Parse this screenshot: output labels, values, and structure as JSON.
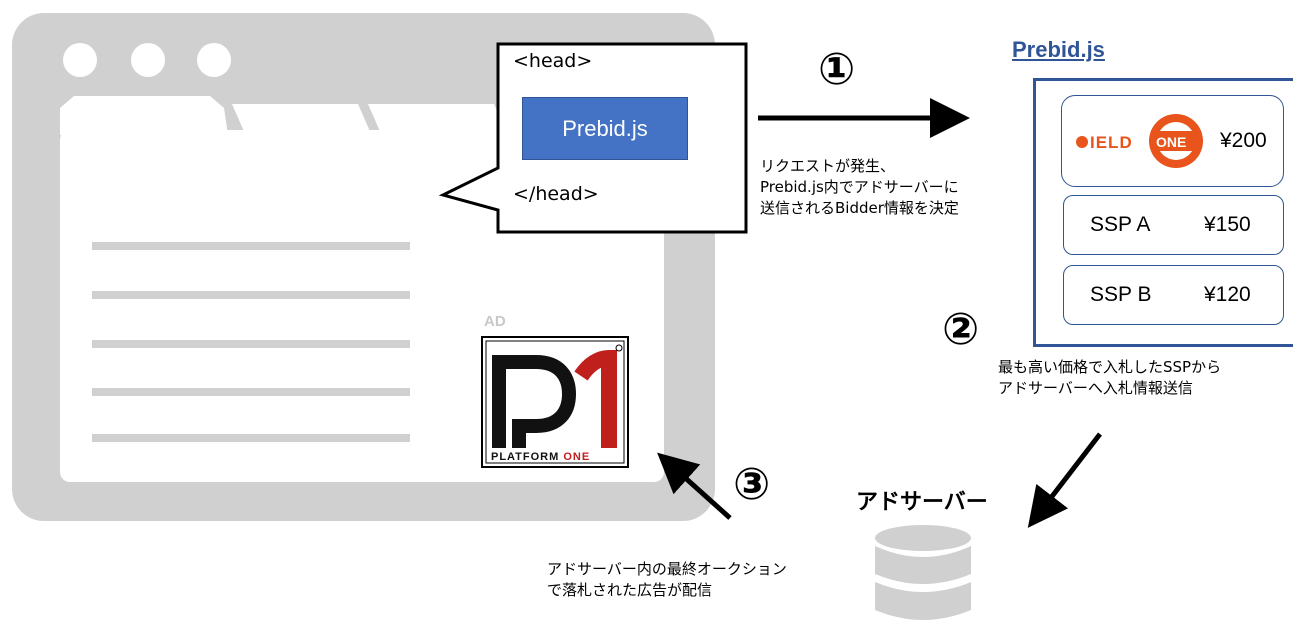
{
  "browser": {
    "head_open": "<head>",
    "head_close": "</head>",
    "prebid_label": "Prebid.js",
    "ad_label": "AD"
  },
  "steps": {
    "step1": {
      "number": "①",
      "note": [
        "リクエストが発生、",
        "Prebid.js内でアドサーバーに",
        "送信されるBidder情報を決定"
      ]
    },
    "step2": {
      "number": "②",
      "note": [
        "最も高い価格で入札したSSPから",
        "アドサーバーへ入札情報送信"
      ]
    },
    "step3": {
      "number": "③",
      "note": [
        "アドサーバー内の最終オークション",
        "で落札された広告が配信"
      ]
    }
  },
  "prebid_panel": {
    "title": "Prebid.js",
    "bids": [
      {
        "logo": "YIELDONE",
        "price": "¥200"
      },
      {
        "name": "SSP A",
        "price": "¥150"
      },
      {
        "name": "SSP B",
        "price": "¥120"
      }
    ]
  },
  "ad_server": {
    "title": "アドサーバー",
    "icon": "database-icon"
  },
  "ad_creative": {
    "logo_main": "P1",
    "logo_text": "PLATFORM ONE"
  },
  "colors": {
    "accent": "#2f5597",
    "prebid_box": "#4472c4",
    "browser_gray": "#d0d0d0",
    "logo_red": "#c0201c",
    "yieldone_orange": "#e8541c"
  }
}
